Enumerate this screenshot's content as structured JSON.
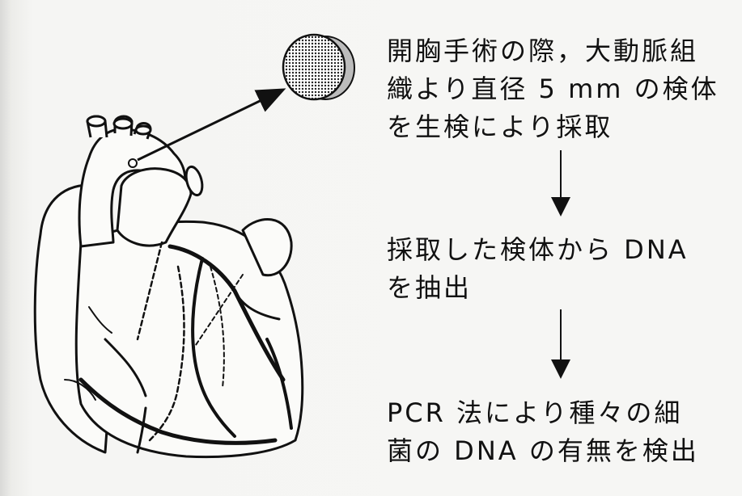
{
  "steps": [
    {
      "text": "開胸手術の際，大動脈組\n織より直径 5 mm の検体\nを生検により採取"
    },
    {
      "text": "採取した検体から DNA\nを抽出"
    },
    {
      "text": "PCR 法により種々の細\n菌の DNA の有無を検出"
    }
  ],
  "colors": {
    "ink": "#111111",
    "paper": "#f5f5f3"
  }
}
